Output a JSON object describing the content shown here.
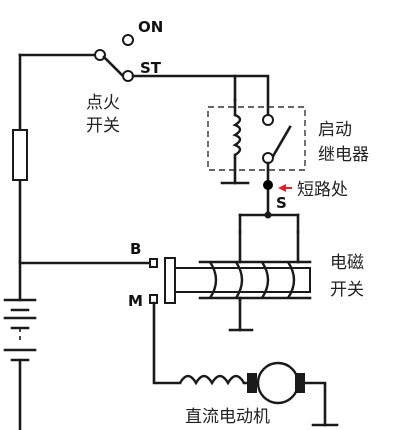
{
  "labels": {
    "on": "ON",
    "st": "ST",
    "ignition_line1": "点火",
    "ignition_line2": "开关",
    "relay_line1": "启动",
    "relay_line2": "继电器",
    "short": "短路处",
    "s_terminal": "S",
    "b_terminal": "B",
    "m_terminal": "M",
    "solenoid_line1": "电磁",
    "solenoid_line2": "开关",
    "motor": "直流电动机"
  },
  "colors": {
    "line": "#1a1a1a",
    "fault": "#e0202a",
    "relay_box": "#333333"
  }
}
